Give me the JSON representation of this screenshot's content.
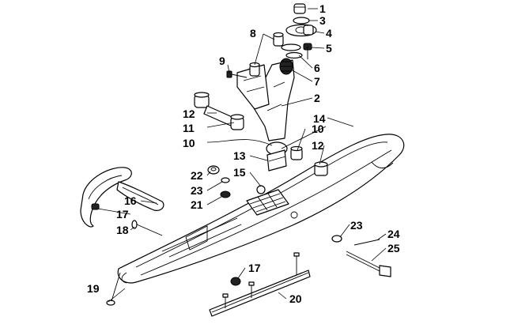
{
  "callouts": [
    {
      "id": "c1",
      "label": "1"
    },
    {
      "id": "c2",
      "label": "2"
    },
    {
      "id": "c3",
      "label": "3"
    },
    {
      "id": "c4",
      "label": "4"
    },
    {
      "id": "c5",
      "label": "5"
    },
    {
      "id": "c6",
      "label": "6"
    },
    {
      "id": "c7",
      "label": "7"
    },
    {
      "id": "c8",
      "label": "8"
    },
    {
      "id": "c9",
      "label": "9"
    },
    {
      "id": "c10a",
      "label": "10"
    },
    {
      "id": "c10b",
      "label": "10"
    },
    {
      "id": "c11",
      "label": "11"
    },
    {
      "id": "c12a",
      "label": "12"
    },
    {
      "id": "c12b",
      "label": "12"
    },
    {
      "id": "c13",
      "label": "13"
    },
    {
      "id": "c14",
      "label": "14"
    },
    {
      "id": "c15",
      "label": "15"
    },
    {
      "id": "c16",
      "label": "16"
    },
    {
      "id": "c17a",
      "label": "17"
    },
    {
      "id": "c17b",
      "label": "17"
    },
    {
      "id": "c18",
      "label": "18"
    },
    {
      "id": "c19",
      "label": "19"
    },
    {
      "id": "c20",
      "label": "20"
    },
    {
      "id": "c21",
      "label": "21"
    },
    {
      "id": "c22",
      "label": "22"
    },
    {
      "id": "c23a",
      "label": "23"
    },
    {
      "id": "c23b",
      "label": "23"
    },
    {
      "id": "c24",
      "label": "24"
    },
    {
      "id": "c25",
      "label": "25"
    }
  ]
}
